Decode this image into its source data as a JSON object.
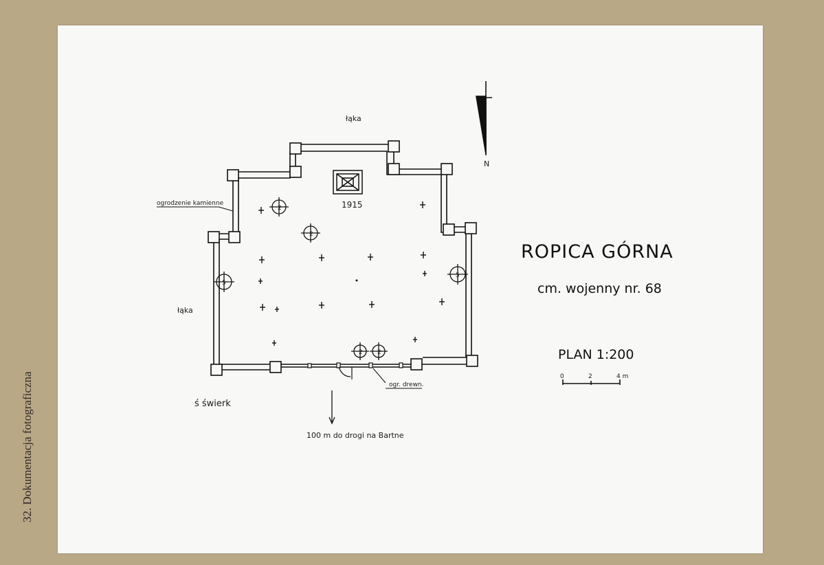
{
  "side_label": "32. Dokumentacja fotograficzna",
  "plan": {
    "title": "ROPICA GÓRNA",
    "subtitle": "cm. wojenny nr. 68",
    "scale": "PLAN 1:200",
    "scale_ticks": [
      "0",
      "2",
      "4 m"
    ],
    "north": "N",
    "year": "1915",
    "label_top_meadow": "łąka",
    "label_left_meadow": "łąka",
    "label_fence_stone": "ogrodzenie kamienne",
    "label_fence_wood": "ogr. drewn.",
    "label_tree": "ś świerk",
    "label_road": "100 m do drogi na Bartne",
    "circle_marks": [
      "2",
      "2",
      "5",
      "5",
      "2",
      "2"
    ]
  },
  "colors": {
    "board": "#b9a886",
    "paper": "#f8f8f6",
    "ink": "#111111"
  }
}
